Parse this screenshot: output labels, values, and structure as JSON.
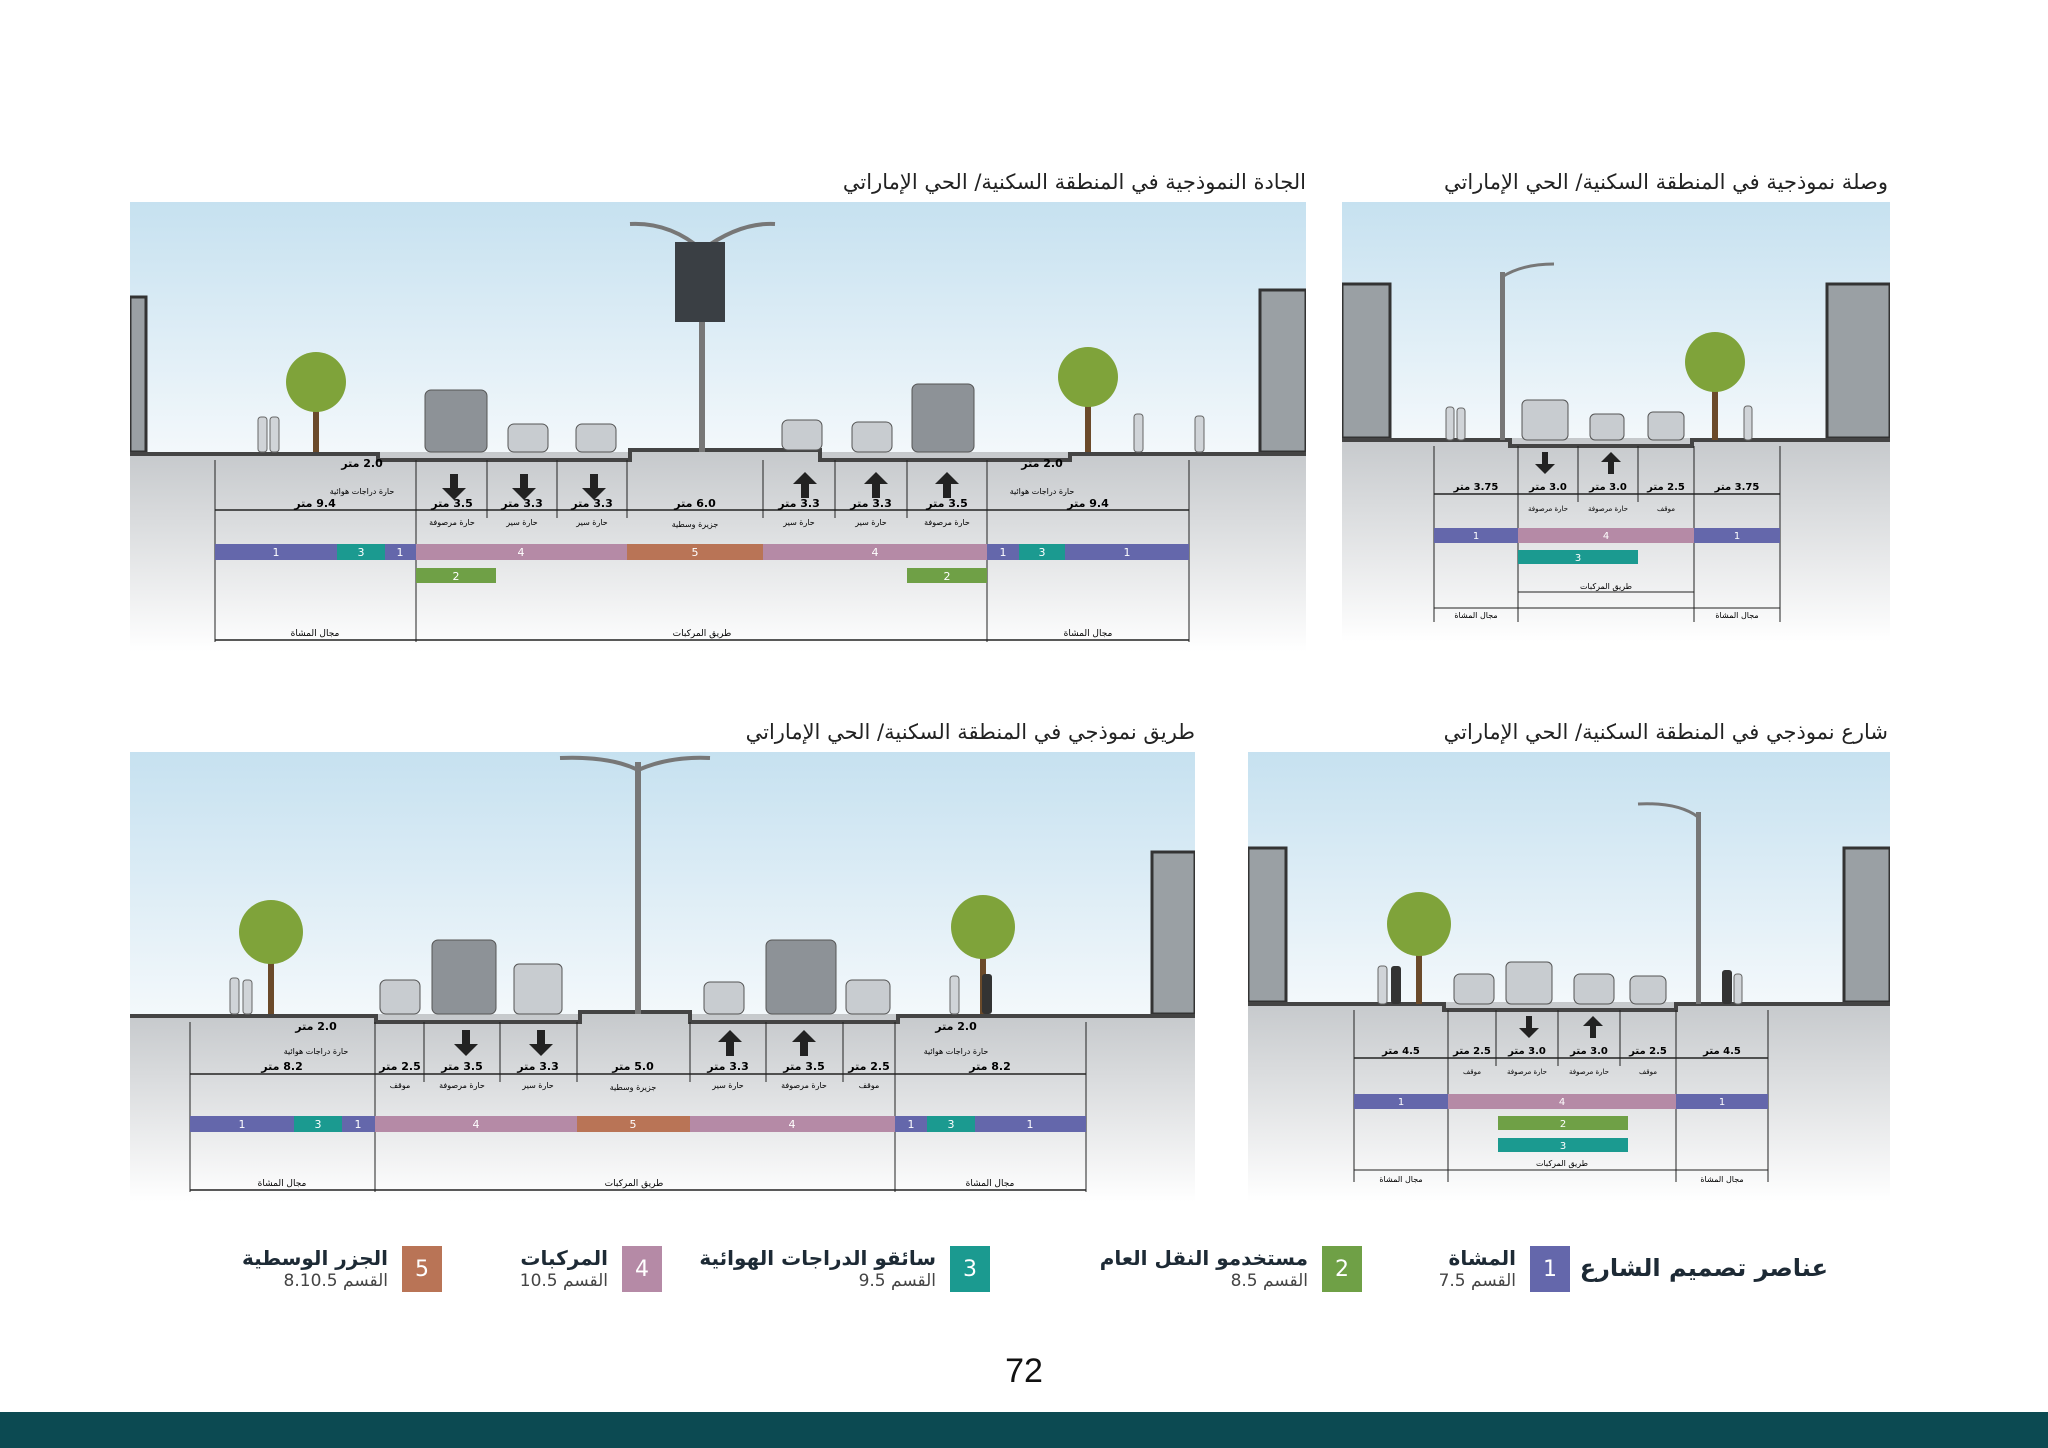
{
  "colors": {
    "pedestrians": "#6467ab",
    "transit": "#6fa046",
    "cyclists": "#1b9a90",
    "vehicles": "#b58aa6",
    "median": "#b97456",
    "footer": "#0c4a52"
  },
  "panels": {
    "boulevard": {
      "title": "الجادة النموذجية في المنطقة السكنية/ الحي الإماراتي",
      "bike_width": "2.0 متر",
      "bike_label": "حارة دراجات هوائية",
      "dims": [
        "9.4 متر",
        "3.5 متر",
        "3.3 متر",
        "3.3 متر",
        "6.0 متر",
        "3.3 متر",
        "3.3 متر",
        "3.5 متر",
        "9.4 متر"
      ],
      "dim_labels": [
        "",
        "حارة مرصوفة",
        "حارة سير",
        "حارة سير",
        "جزيرة وسطية",
        "حارة سير",
        "حارة سير",
        "حارة مرصوفة",
        ""
      ],
      "band_codes": [
        "1",
        "3",
        "1",
        "4",
        "5",
        "4",
        "1",
        "3",
        "1"
      ],
      "transit_code": "2",
      "zones": [
        "مجال المشاة",
        "طريق المركبات",
        "مجال المشاة"
      ]
    },
    "link": {
      "title": "وصلة نموذجية في المنطقة السكنية/ الحي الإماراتي",
      "dims": [
        "3.75 متر",
        "3.0 متر",
        "3.0 متر",
        "2.5 متر",
        "3.75 متر"
      ],
      "dim_labels": [
        "",
        "حارة مرصوفة",
        "حارة مرصوفة",
        "موقف",
        ""
      ],
      "band_codes": [
        "1",
        "4",
        "1"
      ],
      "bike_code": "3",
      "zones": [
        "مجال المشاة",
        "طريق المركبات",
        "مجال المشاة"
      ]
    },
    "road": {
      "title": "طريق نموذجي في المنطقة السكنية/ الحي الإماراتي",
      "bike_width": "2.0 متر",
      "bike_label": "حارة دراجات هوائية",
      "dims": [
        "8.2 متر",
        "2.5 متر",
        "3.5 متر",
        "3.3 متر",
        "5.0 متر",
        "3.3 متر",
        "3.5 متر",
        "2.5 متر",
        "8.2 متر"
      ],
      "dim_labels": [
        "",
        "موقف",
        "حارة مرصوفة",
        "حارة سير",
        "جزيرة وسطية",
        "حارة سير",
        "حارة مرصوفة",
        "موقف",
        ""
      ],
      "band_codes": [
        "1",
        "3",
        "1",
        "4",
        "5",
        "4",
        "1",
        "3",
        "1"
      ],
      "zones": [
        "مجال المشاة",
        "طريق المركبات",
        "مجال المشاة"
      ]
    },
    "street": {
      "title": "شارع نموذجي في المنطقة السكنية/ الحي الإماراتي",
      "dims": [
        "4.5 متر",
        "2.5 متر",
        "3.0 متر",
        "3.0 متر",
        "2.5 متر",
        "4.5 متر"
      ],
      "dim_labels": [
        "",
        "موقف",
        "حارة مرصوفة",
        "حارة مرصوفة",
        "موقف",
        ""
      ],
      "band_codes": [
        "1",
        "4",
        "1"
      ],
      "transit_code": "2",
      "bike_code": "3",
      "zones": [
        "مجال المشاة",
        "طريق المركبات",
        "مجال المشاة"
      ]
    }
  },
  "legend": {
    "heading": "عناصر تصميم الشارع",
    "items": [
      {
        "num": "1",
        "name": "المشاة",
        "section": "القسم 7.5"
      },
      {
        "num": "2",
        "name": "مستخدمو النقل العام",
        "section": "القسم 8.5"
      },
      {
        "num": "3",
        "name": "سائقو الدراجات الهوائية",
        "section": "القسم 9.5"
      },
      {
        "num": "4",
        "name": "المركبات",
        "section": "القسم 10.5"
      },
      {
        "num": "5",
        "name": "الجزر الوسطية",
        "section": "القسم 8.10.5"
      }
    ]
  },
  "page_number": "72"
}
